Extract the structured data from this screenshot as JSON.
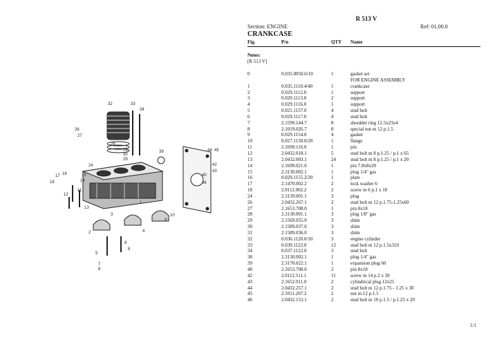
{
  "model": "R 513 V",
  "section_label": "Section: ENGINE",
  "ref_label": "Ref: 01.00.0",
  "heading": "CRANKCASE",
  "columns": {
    "fig": "Fig.",
    "pn": "P/n",
    "qty": "QTY",
    "name": "Name"
  },
  "notes": {
    "label": "Notes:",
    "value": "[R 513 V]"
  },
  "parts": [
    {
      "fig": "0",
      "pn": "0.035.0050.6/10",
      "qty": "1",
      "name": "gasket set"
    },
    {
      "fig": "",
      "pn": "",
      "qty": "",
      "name": "FOR ENGINE ASSEMBLY"
    },
    {
      "fig": "1",
      "pn": "0.035.1110.4/40",
      "qty": "1",
      "name": "crankcase"
    },
    {
      "fig": "2",
      "pn": "0.029.1112.0",
      "qty": "1",
      "name": "support"
    },
    {
      "fig": "3",
      "pn": "0.029.1113.0",
      "qty": "2",
      "name": "support"
    },
    {
      "fig": "4",
      "pn": "0.029.1116.0",
      "qty": "1",
      "name": "support"
    },
    {
      "fig": "5",
      "pn": "0.021.1157.0",
      "qty": "4",
      "name": "stud bolt"
    },
    {
      "fig": "6",
      "pn": "0.029.1117.0",
      "qty": "4",
      "name": "stud bolt"
    },
    {
      "fig": "7",
      "pn": "2.1599.144.7",
      "qty": "8",
      "name": "shoulder ring 12.5x23x4"
    },
    {
      "fig": "8",
      "pn": "2.1019.026.7",
      "qty": "8",
      "name": "special nut m 12 p.1.5"
    },
    {
      "fig": "9",
      "pn": "0.029.1154.0",
      "qty": "4",
      "name": "gasket"
    },
    {
      "fig": "10",
      "pn": "0.027.1130.0/20",
      "qty": "1",
      "name": "flange"
    },
    {
      "fig": "11",
      "pn": "2.1699.116.0",
      "qty": "1",
      "name": "pin"
    },
    {
      "fig": "12",
      "pn": "2.0432.018.1",
      "qty": "5",
      "name": "stud bolt m 8 p.1.25 / p.1 x 65"
    },
    {
      "fig": "13",
      "pn": "2.0432.003.1",
      "qty": "24",
      "name": "stud bolt m 8 p.1.25 / p.1 x 20"
    },
    {
      "fig": "14",
      "pn": "2.1699.021.0",
      "qty": "1",
      "name": "pin 7.8x8x20"
    },
    {
      "fig": "15",
      "pn": "2.3130.002.1",
      "qty": "1",
      "name": "plug 1/4\" gas"
    },
    {
      "fig": "16",
      "pn": "0.029.1155.2/20",
      "qty": "1",
      "name": "plate"
    },
    {
      "fig": "17",
      "pn": "2.1470.002.2",
      "qty": "2",
      "name": "lock washer 6"
    },
    {
      "fig": "18",
      "pn": "2.0112.002.2",
      "qty": "2",
      "name": "screw m 6 p.1 x 10"
    },
    {
      "fig": "24",
      "pn": "2.3139.001.1",
      "qty": "3",
      "name": "plug"
    },
    {
      "fig": "26",
      "pn": "2.0432.267.1",
      "qty": "2",
      "name": "stud bolt m 12 p.1.75-1.25x60"
    },
    {
      "fig": "27",
      "pn": "2.1653.708.0",
      "qty": "1",
      "name": "pin 8x18"
    },
    {
      "fig": "28",
      "pn": "2.3130.001.1",
      "qty": "3",
      "name": "plug 1/8\" gas"
    },
    {
      "fig": "29",
      "pn": "2.1569.055.0",
      "qty": "3",
      "name": "shim"
    },
    {
      "fig": "30",
      "pn": "2.1589.037.0",
      "qty": "3",
      "name": "shim"
    },
    {
      "fig": "31",
      "pn": "2.1589.036.0",
      "qty": "3",
      "name": "shim"
    },
    {
      "fig": "32",
      "pn": "0.036.1120.0/10",
      "qty": "3",
      "name": "engine cylinder"
    },
    {
      "fig": "33",
      "pn": "0.039.1122.0",
      "qty": "12",
      "name": "stud bolt m 12 p.1.5x310"
    },
    {
      "fig": "34",
      "pn": "0.037.1122.0",
      "qty": "3",
      "name": "stud bolt"
    },
    {
      "fig": "38",
      "pn": "2.3130.002.1",
      "qty": "1",
      "name": "plug 1/4\" gas"
    },
    {
      "fig": "39",
      "pn": "2.3170.022.1",
      "qty": "1",
      "name": "expansion plug 60"
    },
    {
      "fig": "40",
      "pn": "2.1653.708.0",
      "qty": "2",
      "name": "pin 8x18"
    },
    {
      "fig": "42",
      "pn": "2.0112.511.1",
      "qty": "11",
      "name": "screw m 14 p.2 x 30"
    },
    {
      "fig": "43",
      "pn": "2.1652.911.0",
      "qty": "2",
      "name": "cylindrical plug 12x25"
    },
    {
      "fig": "44",
      "pn": "2.0432.257.1",
      "qty": "2",
      "name": "stud bolt m 12 p.1.75 - 1.25 x 30"
    },
    {
      "fig": "45",
      "pn": "2.1011.207.2",
      "qty": "2",
      "name": "nut m 12 p.1.5"
    },
    {
      "fig": "46",
      "pn": "2.0432.153.1",
      "qty": "2",
      "name": "stud bolt m 10 p.1.5 / p.1.25 x 20"
    }
  ],
  "callouts": [
    "32",
    "33",
    "34",
    "26",
    "27",
    "31",
    "30",
    "28",
    "29",
    "24",
    "39",
    "44",
    "45",
    "17",
    "16",
    "18",
    "15",
    "14",
    "12",
    "11",
    "13",
    "10",
    "42",
    "43",
    "40",
    "46",
    "1",
    "9",
    "3",
    "2",
    "4",
    "6",
    "8",
    "5",
    "7",
    "8"
  ],
  "page_number": "1/1"
}
